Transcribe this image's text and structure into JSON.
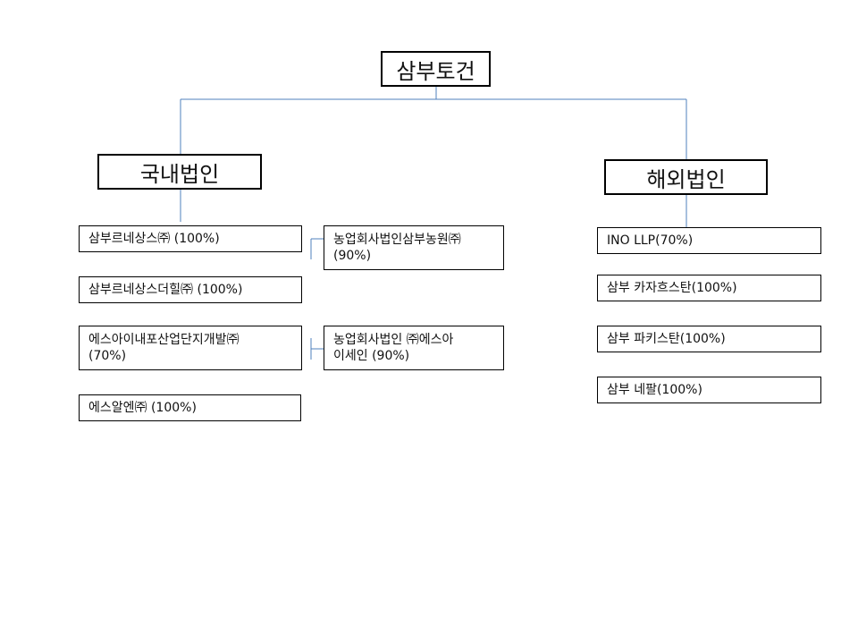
{
  "root": {
    "label": "삼부토건"
  },
  "domestic": {
    "label": "국내법인",
    "items": [
      "삼부르네상스㈜ (100%)",
      "삼부르네상스더힐㈜ (100%)",
      "에스아이내포산업단지개발㈜\n(70%)",
      "에스알엔㈜ (100%)"
    ],
    "sub_items": [
      "농업회사법인삼부농원㈜\n(90%)",
      "농업회사법인 ㈜에스아\n이세인 (90%)"
    ]
  },
  "overseas": {
    "label": "해외법인",
    "items": [
      "INO LLP(70%)",
      "삼부 카자흐스탄(100%)",
      "삼부 파키스탄(100%)",
      "삼부 네팔(100%)"
    ]
  },
  "colors": {
    "connector": "#4f81bd",
    "border": "#000000"
  }
}
